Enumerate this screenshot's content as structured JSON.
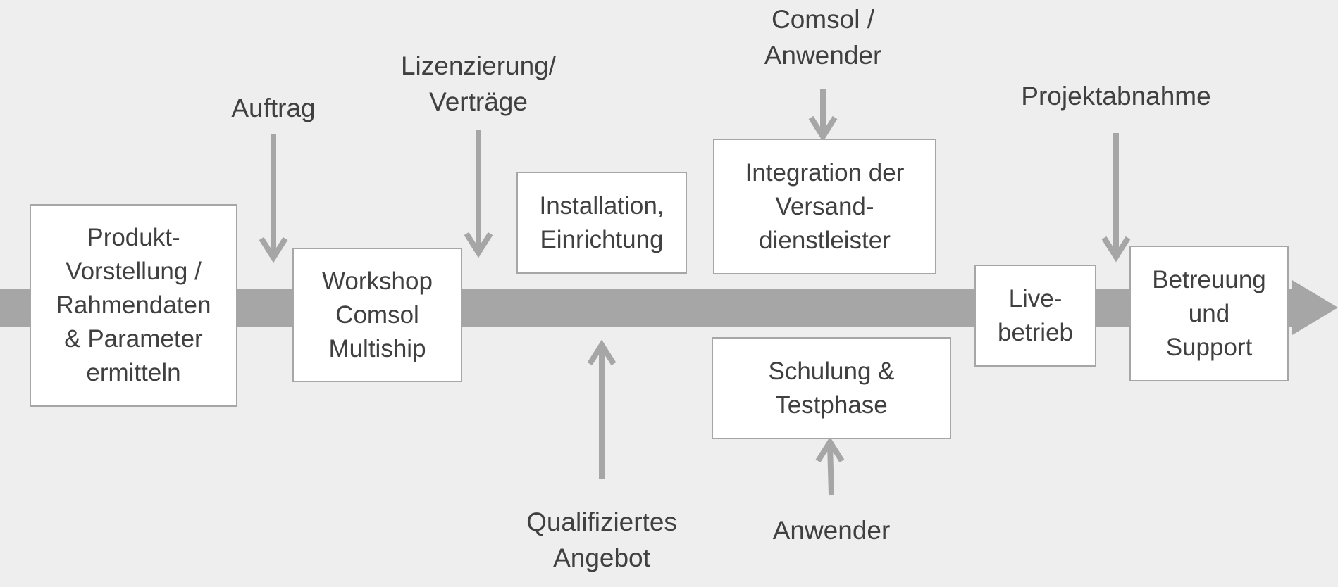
{
  "colors": {
    "background": "#eeeeee",
    "arrow": "#a6a6a6",
    "box_fill": "#ffffff",
    "box_border": "#a6a6a6",
    "text": "#404040"
  },
  "steps": [
    {
      "id": "produkt-vorstellung",
      "text": "Produkt-\nVorstellung /\nRahmendaten\n& Parameter\nermitteln"
    },
    {
      "id": "workshop",
      "text": "Workshop\nComsol\nMultiship"
    },
    {
      "id": "installation",
      "text": "Installation,\nEinrichtung"
    },
    {
      "id": "integration",
      "text": "Integration der\nVersand-\ndienstleister"
    },
    {
      "id": "schulung",
      "text": "Schulung &\nTestphase"
    },
    {
      "id": "livebetrieb",
      "text": "Live-\nbetrieb"
    },
    {
      "id": "betreuung",
      "text": "Betreuung\nund\nSupport"
    }
  ],
  "inputs": [
    {
      "id": "auftrag",
      "text": "Auftrag",
      "direction": "down"
    },
    {
      "id": "lizenzierung",
      "text": "Lizenzierung/\nVerträge",
      "direction": "down"
    },
    {
      "id": "comsol-anwender",
      "text": "Comsol /\nAnwender",
      "direction": "down"
    },
    {
      "id": "projektabnahme",
      "text": "Projektabnahme",
      "direction": "down"
    },
    {
      "id": "angebot",
      "text": "Qualifiziertes\nAngebot",
      "direction": "up"
    },
    {
      "id": "anwender",
      "text": "Anwender",
      "direction": "up"
    }
  ]
}
